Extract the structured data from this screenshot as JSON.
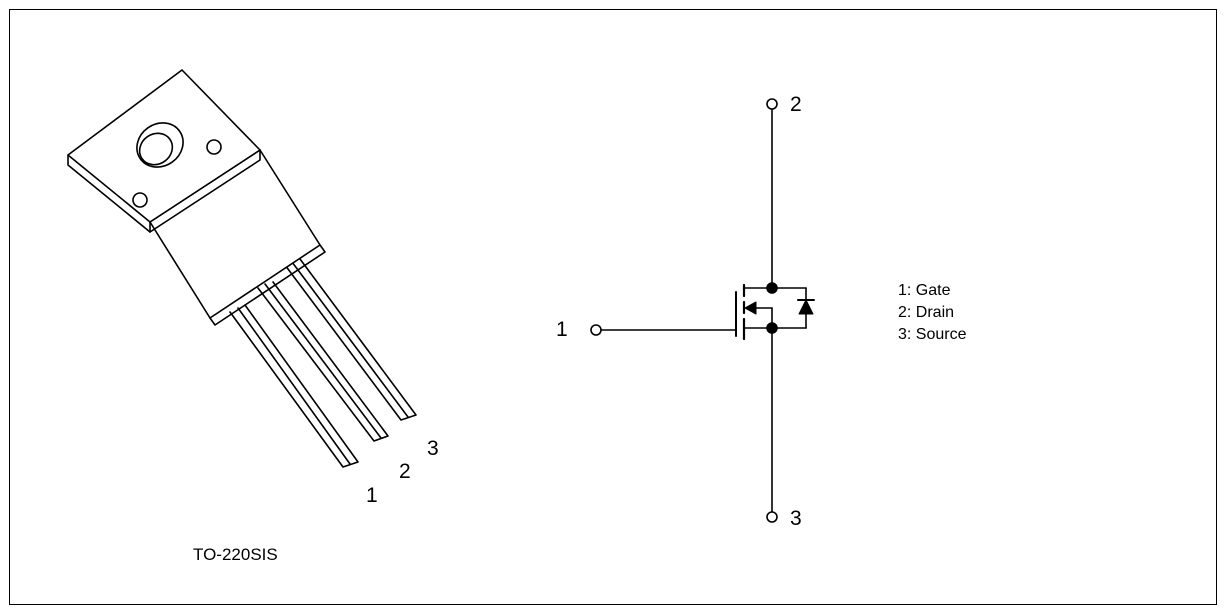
{
  "package": {
    "name": "TO-220SIS",
    "pin_labels": [
      "1",
      "2",
      "3"
    ]
  },
  "schematic": {
    "terminal_gate": "1",
    "terminal_drain": "2",
    "terminal_source": "3"
  },
  "legend": {
    "gate": "1: Gate",
    "drain": "2: Drain",
    "source": "3: Source"
  },
  "colors": {
    "line": "#000000",
    "background": "#ffffff"
  }
}
